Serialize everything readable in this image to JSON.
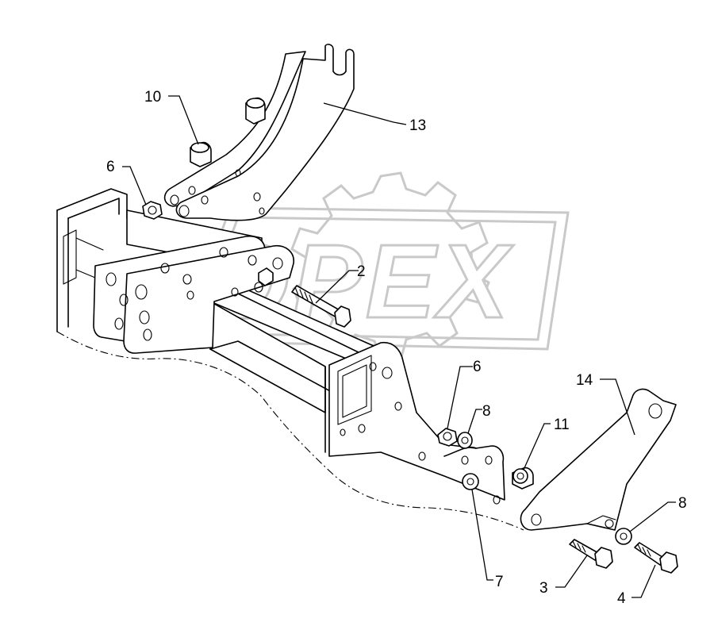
{
  "watermark": {
    "text": "OPEX"
  },
  "callouts": [
    {
      "id": "c2",
      "label": "2"
    },
    {
      "id": "c3",
      "label": "3"
    },
    {
      "id": "c4",
      "label": "4"
    },
    {
      "id": "c6a",
      "label": "6"
    },
    {
      "id": "c6b",
      "label": "6"
    },
    {
      "id": "c7",
      "label": "7"
    },
    {
      "id": "c8a",
      "label": "8"
    },
    {
      "id": "c8b",
      "label": "8"
    },
    {
      "id": "c10",
      "label": "10"
    },
    {
      "id": "c11",
      "label": "11"
    },
    {
      "id": "c13",
      "label": "13"
    },
    {
      "id": "c14",
      "label": "14"
    }
  ]
}
